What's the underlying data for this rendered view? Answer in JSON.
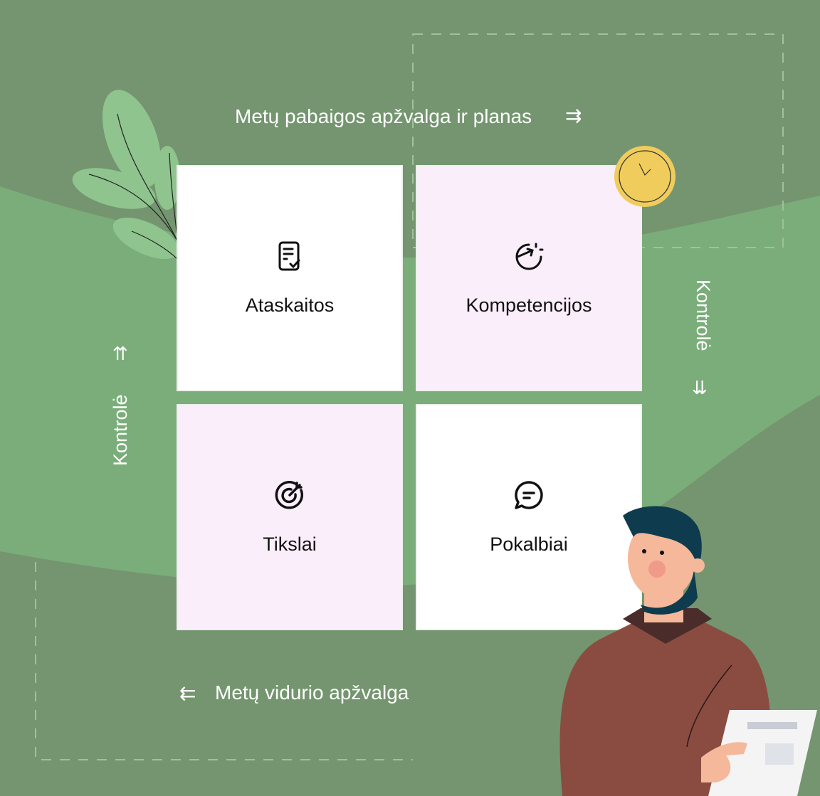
{
  "top_label": "Metų pabaigos apžvalga ir planas",
  "bottom_label": "Metų vidurio apžvalga",
  "left_label": "Kontrolė",
  "right_label": "Kontrolė",
  "cards": [
    {
      "label": "Ataskaitos",
      "icon": "report-check-icon"
    },
    {
      "label": "Kompetencijos",
      "icon": "growth-chart-icon"
    },
    {
      "label": "Tikslai",
      "icon": "target-icon"
    },
    {
      "label": "Pokalbiai",
      "icon": "chat-bubble-icon"
    }
  ],
  "colors": {
    "background": "#74956f",
    "band": "#7aad7a",
    "pink_card": "#fbeefb",
    "clock": "#f0cc5c"
  }
}
